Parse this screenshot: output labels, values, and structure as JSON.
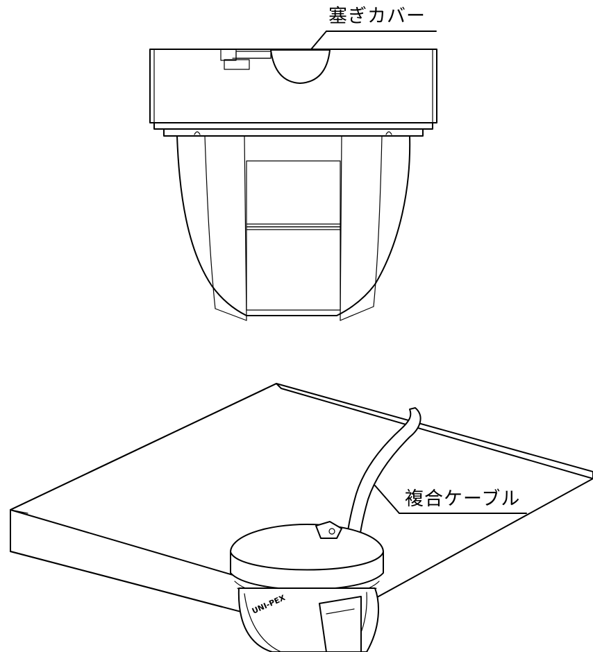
{
  "labels": {
    "cover": "塞ぎカバー",
    "cable": "複合ケーブル",
    "brand": "UNI-PEX"
  },
  "colors": {
    "line": "#000000",
    "background": "#ffffff"
  }
}
